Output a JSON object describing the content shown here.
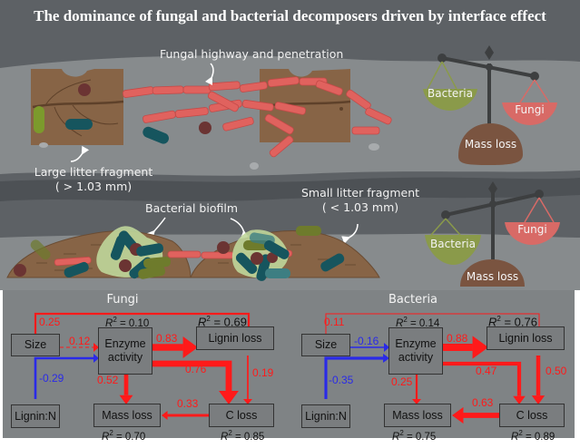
{
  "title": "The dominance of fungal and bacterial decomposers driven by interface effect",
  "illustration": {
    "labels": {
      "fungal_highway": "Fungal highway and penetration",
      "large_fragment": "Large litter fragment",
      "large_fragment_size": "( > 1.03 mm)",
      "bacterial_biofilm": "Bacterial biofilm",
      "small_fragment": "Small litter fragment",
      "small_fragment_size": "( < 1.03 mm)"
    },
    "scales": [
      {
        "name": "top-scale",
        "left_pan": "Bacteria",
        "right_pan": "Fungi",
        "base": "Mass loss",
        "heavier_side": "Fungi"
      },
      {
        "name": "bottom-scale",
        "left_pan": "Bacteria",
        "right_pan": "Fungi",
        "base": "Mass loss",
        "heavier_side": "Bacteria"
      }
    ],
    "colors": {
      "background_dark": "#5d6165",
      "background_light": "#868a8c",
      "litter": "#876446",
      "fungi": "#e0625e",
      "bacteria_teal": "#16555e",
      "bacteria_green": "#6e7b2c",
      "biofilm": "#bfd69a",
      "spore": "#6b3433",
      "pan_bacteria": "#8a9a4a",
      "pan_fungi": "#d86a66",
      "mass_loss": "#7a5440"
    }
  },
  "sem": {
    "colors": {
      "positive": "#ff1a1a",
      "negative": "#2a2ae8",
      "panel_bg": "#7f8385"
    },
    "panels": [
      {
        "title": "Fungi",
        "nodes": {
          "size": "Size",
          "enzyme": "Enzyme activity",
          "lignin_loss": "Lignin loss",
          "lignin_n": "Lignin:N",
          "mass_loss": "Mass loss",
          "c_loss": "C loss"
        },
        "r2": {
          "enzyme": "= 0.10",
          "lignin_loss": "= 0.69",
          "mass_loss": "= 0.70",
          "c_loss": "= 0.85"
        },
        "paths": [
          {
            "from": "size",
            "to": "lignin_loss",
            "coef": "0.25",
            "sign": "positive",
            "significant": true
          },
          {
            "from": "size",
            "to": "enzyme",
            "coef": "0.12",
            "sign": "positive",
            "significant": false
          },
          {
            "from": "lignin_n",
            "to": "enzyme",
            "coef": "-0.29",
            "sign": "negative",
            "significant": true
          },
          {
            "from": "enzyme",
            "to": "lignin_loss",
            "coef": "0.83",
            "sign": "positive",
            "significant": true
          },
          {
            "from": "enzyme",
            "to": "c_loss",
            "coef": "0.76",
            "sign": "positive",
            "significant": true
          },
          {
            "from": "enzyme",
            "to": "mass_loss",
            "coef": "0.52",
            "sign": "positive",
            "significant": true
          },
          {
            "from": "lignin_loss",
            "to": "c_loss",
            "coef": "0.19",
            "sign": "positive",
            "significant": true
          },
          {
            "from": "c_loss",
            "to": "mass_loss",
            "coef": "0.33",
            "sign": "positive",
            "significant": true
          }
        ]
      },
      {
        "title": "Bacteria",
        "nodes": {
          "size": "Size",
          "enzyme": "Enzyme activity",
          "lignin_loss": "Lignin loss",
          "lignin_n": "Lignin:N",
          "mass_loss": "Mass loss",
          "c_loss": "C loss"
        },
        "r2": {
          "enzyme": "= 0.14",
          "lignin_loss": "= 0.76",
          "mass_loss": "= 0.75",
          "c_loss": "= 0.89"
        },
        "paths": [
          {
            "from": "size",
            "to": "lignin_loss",
            "coef": "0.11",
            "sign": "positive",
            "significant": true
          },
          {
            "from": "size",
            "to": "enzyme",
            "coef": "-0.16",
            "sign": "negative",
            "significant": true
          },
          {
            "from": "lignin_n",
            "to": "enzyme",
            "coef": "-0.35",
            "sign": "negative",
            "significant": true
          },
          {
            "from": "enzyme",
            "to": "lignin_loss",
            "coef": "0.88",
            "sign": "positive",
            "significant": true
          },
          {
            "from": "enzyme",
            "to": "c_loss",
            "coef": "0.47",
            "sign": "positive",
            "significant": true
          },
          {
            "from": "enzyme",
            "to": "mass_loss",
            "coef": "0.25",
            "sign": "positive",
            "significant": true
          },
          {
            "from": "lignin_loss",
            "to": "c_loss",
            "coef": "0.50",
            "sign": "positive",
            "significant": true
          },
          {
            "from": "c_loss",
            "to": "mass_loss",
            "coef": "0.63",
            "sign": "positive",
            "significant": true
          }
        ]
      }
    ]
  }
}
